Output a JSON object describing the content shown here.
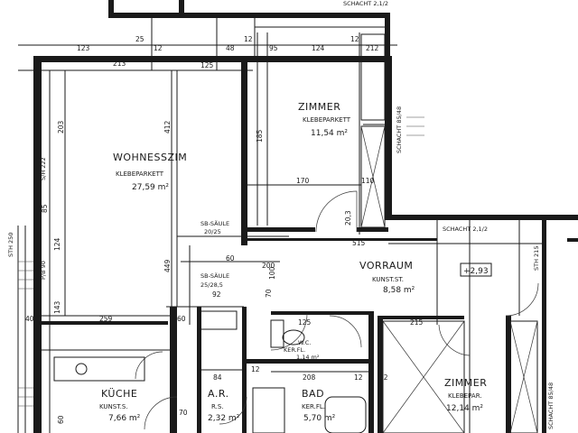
{
  "rooms": {
    "wohnesszimmer": {
      "name": "WOHNESSZIM",
      "floor": "KLEBEPARKETT",
      "area": "27,59 m²"
    },
    "zimmer1": {
      "name": "ZIMMER",
      "floor": "KLEBEPARKETT",
      "area": "11,54 m²"
    },
    "vorraum": {
      "name": "VORRAUM",
      "floor": "KUNST.ST.",
      "area": "8,58 m²"
    },
    "kueche": {
      "name": "KÜCHE",
      "floor": "KUNST.S.",
      "area": "7,66 m²"
    },
    "ar": {
      "name": "A.R.",
      "floor": "R.S.",
      "area": "2,32 m²"
    },
    "bad": {
      "name": "BAD",
      "floor": "KER.FL.",
      "area": "5,70 m²"
    },
    "wc": {
      "name": "W.C.",
      "floor": "KER.FL.",
      "area": "1,14 m²"
    },
    "zimmer2": {
      "name": "ZIMMER",
      "floor": "KLEBEPAR.",
      "area": "12,14 m²"
    }
  },
  "annotations": {
    "sb_saeule_1": "SB-SÄULE",
    "sb_saeule_1_dims": "20/25",
    "sb_saeule_2": "SB-SÄULE",
    "sb_saeule_2_dims": "25/28,5",
    "sturz": "STH 250",
    "schacht_right": "SCHACHT 85/48",
    "schacht_top": "SCHACHT 2,1/2",
    "schacht_mid": "SCHACHT 2,1/2",
    "schacht_bottom": "SCHACHT 85/48",
    "sturz_bottom": "STH 215",
    "level": "+2,93",
    "sh_left": "S/H 222",
    "parapet": "P/B 90"
  },
  "dimensions": {
    "top_a": "123",
    "top_b": "25",
    "top_c": "12",
    "top_d": "48",
    "top_e": "12",
    "top_f": "95",
    "top_g": "124",
    "top_h": "12",
    "top_i": "212",
    "row2_a": "213",
    "row2_b": "125",
    "wohn_h1": "412",
    "wohn_h2": "203",
    "wohn_h3": "124",
    "wohn_h4": "85",
    "wohn_h5": "143",
    "wohn_h6": "449",
    "zim_h1": "185",
    "zim_h2": "170",
    "zim_h3": "110",
    "zim_h4": "20,3",
    "vor_a": "515",
    "vor_b": "215",
    "vor_c": "92",
    "wall_a": "259",
    "wall_b": "40",
    "wall_c": "60",
    "wall_d": "125",
    "bad_a": "208",
    "bad_b": "12",
    "ar_a": "84",
    "k_a": "70",
    "k_b": "60",
    "door_a": "70",
    "door_b": "200",
    "door_c": "60",
    "door_d": "100",
    "v_a": "12",
    "v_b": "12"
  }
}
